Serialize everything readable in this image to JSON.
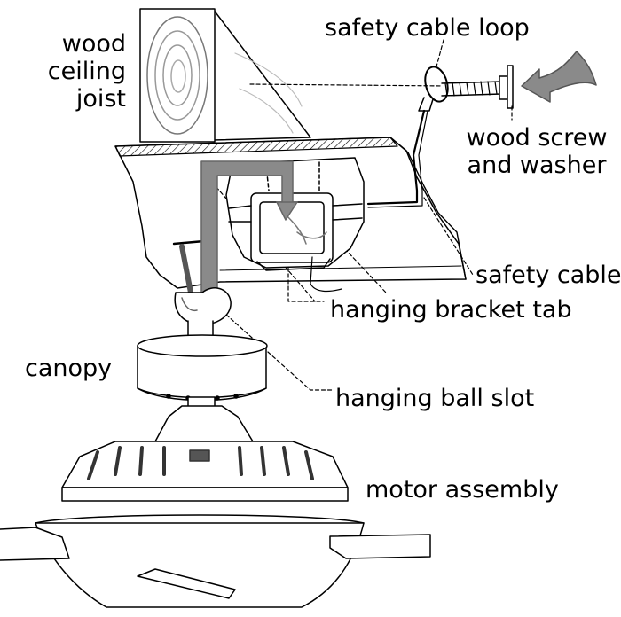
{
  "labels": {
    "wood_ceiling_joist": [
      "wood",
      "ceiling",
      "joist"
    ],
    "safety_cable_loop": "safety cable loop",
    "wood_screw_and_washer": [
      "wood screw",
      "and washer"
    ],
    "safety_cable": "safety cable",
    "hanging_bracket_tab": "hanging bracket tab",
    "canopy": "canopy",
    "hanging_ball_slot": "hanging ball slot",
    "motor_assembly": "motor assembly"
  },
  "colors": {
    "line": "#000000",
    "arrow_gray": "#8a8a8a",
    "arrow_outline": "#555555",
    "background": "#ffffff"
  }
}
